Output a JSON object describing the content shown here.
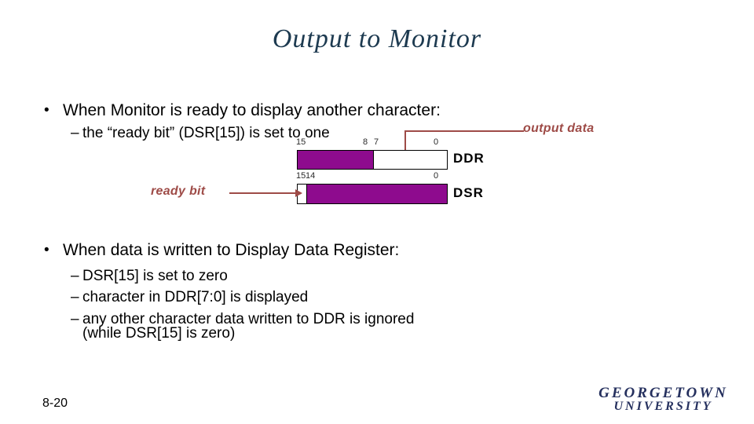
{
  "slide": {
    "title": "Output to Monitor",
    "title_color": "#1d3a50",
    "bullet_glyph": "•",
    "dash_glyph": "–",
    "bullets": [
      {
        "text": "When Monitor is ready to display another character:",
        "subs": [
          "the “ready bit” (DSR[15]) is set to one"
        ]
      },
      {
        "text": "When data is written to Display Data Register:",
        "subs": [
          "DSR[15] is set to zero",
          "character in DDR[7:0] is displayed",
          "any other character data written to DDR is ignored",
          "(while DSR[15] is zero)"
        ]
      }
    ]
  },
  "diagram": {
    "registers": [
      {
        "name": "DDR",
        "bit_labels": [
          "15",
          "8",
          "7",
          "0"
        ]
      },
      {
        "name": "DSR",
        "bit_labels": [
          "15",
          "14",
          "0"
        ]
      }
    ],
    "annotations": [
      {
        "text": "output data"
      },
      {
        "text": "ready bit"
      }
    ],
    "colors": {
      "register_fill": "#8e0b8e",
      "annotation": "#9e4b47",
      "register_border": "#000000"
    }
  },
  "footer": {
    "page_number": "8-20"
  },
  "logo": {
    "line1": "GEORGETOWN",
    "line2": "UNIVERSITY",
    "color": "#25305e"
  }
}
